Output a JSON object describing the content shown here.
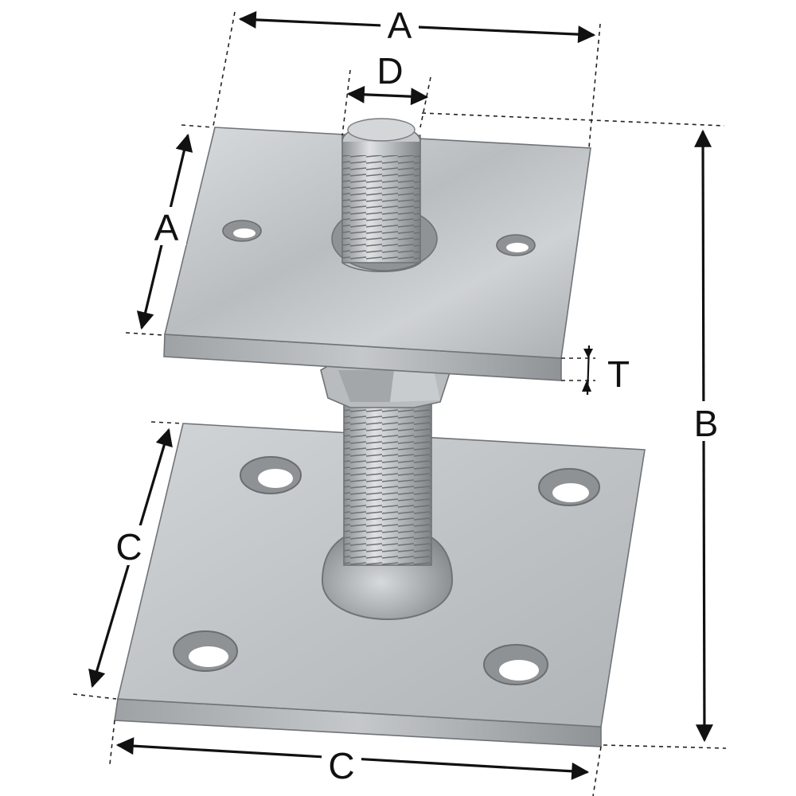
{
  "labels": {
    "top_width": "A",
    "shaft_diameter": "D",
    "top_depth": "A",
    "plate_thickness": "T",
    "total_height": "B",
    "base_depth": "C",
    "base_width": "C"
  }
}
